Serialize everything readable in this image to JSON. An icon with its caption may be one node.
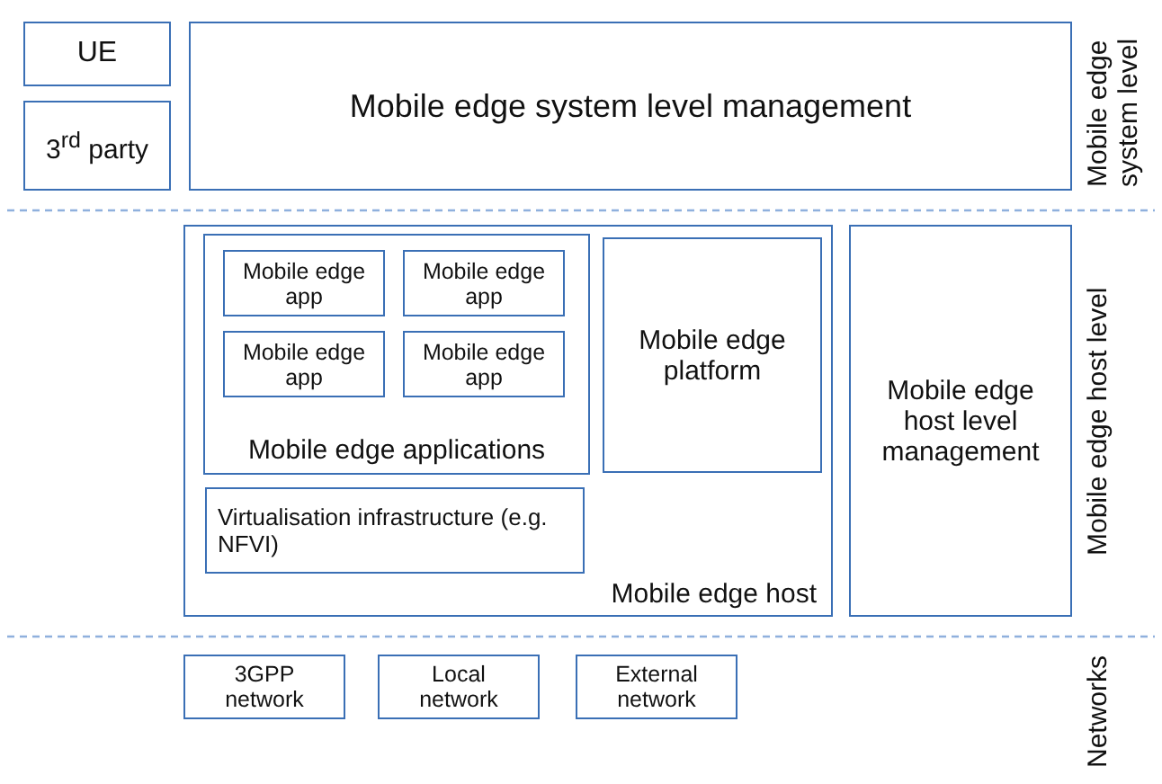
{
  "diagram": {
    "nodes": [
      {
        "text": [
          "UE"
        ]
      },
      {
        "text": [
          "3$^{rd}$ party"
        ]
      },
      {
        "text": [
          "Mobile edge system level management"
        ]
      },
      {
        "text": [
          "Mobile edge host"
        ]
      },
      {
        "text": [
          "Mobile edge applications"
        ],
        "in": 3
      },
      {
        "text": [
          "Mobile edge app"
        ],
        "in": 4
      },
      {
        "text": [
          "Mobile edge app"
        ],
        "in": 4
      },
      {
        "text": [
          "Mobile edge app"
        ],
        "in": 4
      },
      {
        "text": [
          "Mobile edge app"
        ],
        "in": 4
      },
      {
        "text": [
          "Virtualisation infrastructure (e.g. NFVI)"
        ],
        "in": 3
      },
      {
        "text": [
          "Mobile edge platform"
        ],
        "in": 3
      },
      {
        "text": [
          "Mobile edge host level management"
        ]
      },
      {
        "text": [
          "3GPP network"
        ]
      },
      {
        "text": [
          "Local network"
        ]
      },
      {
        "text": [
          "External network"
        ]
      }
    ],
    "edges": [],
    "labels": [
      "Mobile edge system level",
      "Mobile edge host level",
      "Networks"
    ]
  }
}
